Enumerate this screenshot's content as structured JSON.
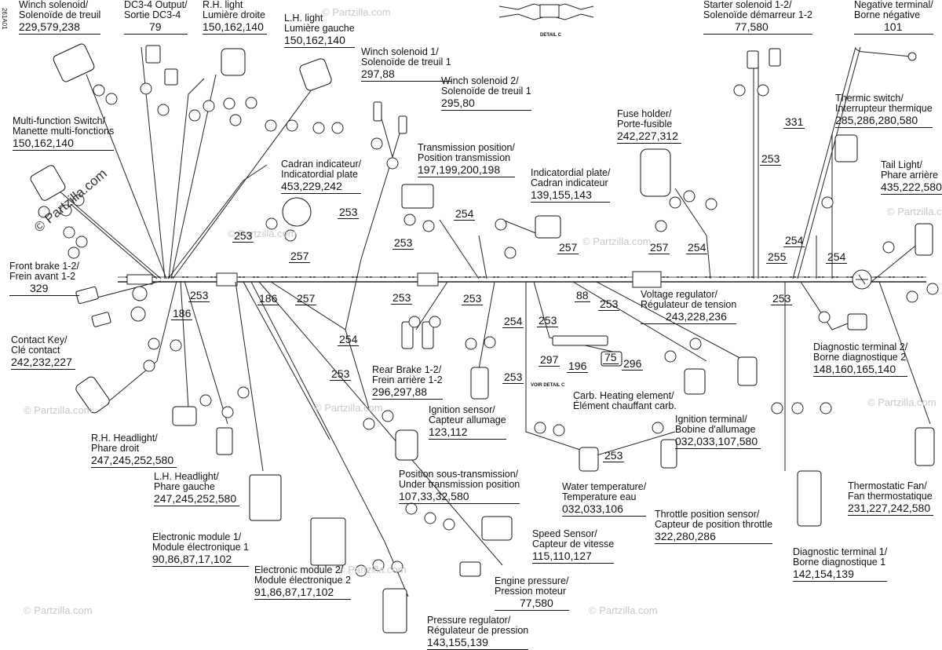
{
  "side_code": "261A01",
  "detail_labels": {
    "detail_c": "DETAIL C",
    "voir_detail_c": "VOIR DETAIL C"
  },
  "watermark": "© Partzilla.com",
  "components": [
    {
      "key": "winch_solenoid",
      "lines": [
        "Winch solenoid/",
        "Solenoïde de treuil"
      ],
      "num": "229,579,238"
    },
    {
      "key": "dc34_output",
      "lines": [
        "DC3-4 Output/",
        "Sortie DC3-4"
      ],
      "num": "79"
    },
    {
      "key": "rh_light",
      "lines": [
        "R.H. light",
        "Lumière droite"
      ],
      "num": "150,162,140"
    },
    {
      "key": "lh_light",
      "lines": [
        "L.H. light",
        "Lumière gauche"
      ],
      "num": "150,162,140"
    },
    {
      "key": "winch_solenoid_1",
      "lines": [
        "Winch solenoid 1/",
        "Solenoïde de treuil 1"
      ],
      "num": "297,88"
    },
    {
      "key": "winch_solenoid_2",
      "lines": [
        "Winch solenoid 2/",
        "Solenoïde de treuil 1"
      ],
      "num": "295,80"
    },
    {
      "key": "multi_function_switch",
      "lines": [
        "Multi-function Switch/",
        "Manette multi-fonctions"
      ],
      "num": "150,162,140"
    },
    {
      "key": "cadran_indicateur",
      "lines": [
        "Cadran indicateur/",
        "Indicatordial plate"
      ],
      "num": "453,229,242"
    },
    {
      "key": "transmission_position",
      "lines": [
        "Transmission position/",
        "Position transmission"
      ],
      "num": "197,199,200,198"
    },
    {
      "key": "indicatordial_plate",
      "lines": [
        "Indicatordial plate/",
        "Cadran indicateur"
      ],
      "num": "139,155,143"
    },
    {
      "key": "fuse_holder",
      "lines": [
        "Fuse holder/",
        "Porte-fusible"
      ],
      "num": "242,227,312"
    },
    {
      "key": "starter_solenoid",
      "lines": [
        "Starter solenoid 1-2/",
        "Solenoïde démarreur 1-2"
      ],
      "num": "77,580"
    },
    {
      "key": "negative_terminal",
      "lines": [
        "Negative terminal/",
        "Borne négative"
      ],
      "num": "101"
    },
    {
      "key": "thermic_switch",
      "lines": [
        "Thermic switch/",
        "Interrupteur thermique"
      ],
      "num": "285,286,280,580"
    },
    {
      "key": "tail_light",
      "lines": [
        "Tail Light/",
        "Phare arrière"
      ],
      "num": "435,222,580"
    },
    {
      "key": "front_brake",
      "lines": [
        "Front brake 1-2/",
        "Frein avant 1-2"
      ],
      "num": "329"
    },
    {
      "key": "voltage_regulator",
      "lines": [
        "Voltage regulator/",
        "Régulateur de tension"
      ],
      "num": "243,228,236"
    },
    {
      "key": "diagnostic_terminal_2",
      "lines": [
        "Diagnostic terminal 2/",
        "Borne diagnostique 2"
      ],
      "num": "148,160,165,140"
    },
    {
      "key": "contact_key",
      "lines": [
        "Contact Key/",
        "Clé contact"
      ],
      "num": "242,232,227"
    },
    {
      "key": "rear_brake",
      "lines": [
        "Rear Brake 1-2/",
        "Frein arrière 1-2"
      ],
      "num": "296,297,88"
    },
    {
      "key": "ignition_sensor",
      "lines": [
        "Ignition sensor/",
        "Capteur allumage"
      ],
      "num": "123,112"
    },
    {
      "key": "carb_heating",
      "lines": [
        "Carb. Heating element/",
        "Élément chauffant carb."
      ],
      "num": ""
    },
    {
      "key": "ignition_terminal",
      "lines": [
        "Ignition terminal/",
        "Bobine d'allumage"
      ],
      "num": "032,033,107,580"
    },
    {
      "key": "rh_headlight",
      "lines": [
        "R.H. Headlight/",
        "Phare droit"
      ],
      "num": "247,245,252,580"
    },
    {
      "key": "lh_headlight",
      "lines": [
        "L.H. Headlight/",
        "Phare gauche"
      ],
      "num": "247,245,252,580"
    },
    {
      "key": "position_sous_transmission",
      "lines": [
        "Position sous-transmission/",
        "Under transmission position"
      ],
      "num": "107,33,32,580"
    },
    {
      "key": "water_temperature",
      "lines": [
        "Water temperature/",
        "Temperature eau"
      ],
      "num": "032,033,106"
    },
    {
      "key": "throttle_position",
      "lines": [
        "Throttle position sensor/",
        "Capteur de position throttle"
      ],
      "num": "322,280,286"
    },
    {
      "key": "thermostatic_fan",
      "lines": [
        "Thermostatic Fan/",
        "Fan thermostatique"
      ],
      "num": "231,227,242,580"
    },
    {
      "key": "electronic_module_1",
      "lines": [
        "Electronic module 1/",
        "Module électronique 1"
      ],
      "num": "90,86,87,17,102"
    },
    {
      "key": "speed_sensor",
      "lines": [
        "Speed Sensor/",
        "Capteur de vitesse"
      ],
      "num": "115,110,127"
    },
    {
      "key": "electronic_module_2",
      "lines": [
        "Electronic module 2/",
        "Module électronique 2"
      ],
      "num": "91,86,87,17,102"
    },
    {
      "key": "engine_pressure",
      "lines": [
        "Engine pressure/",
        "Pression moteur"
      ],
      "num": "77,580"
    },
    {
      "key": "diagnostic_terminal_1",
      "lines": [
        "Diagnostic terminal 1/",
        "Borne diagnostique 1"
      ],
      "num": "142,154,139"
    },
    {
      "key": "pressure_regulator",
      "lines": [
        "Pressure regulator/",
        "Régulateur de pression"
      ],
      "num": "143,155,139"
    }
  ],
  "harness_refs": {
    "r331": "331",
    "r253_a": "253",
    "r253_b": "253",
    "r253_c": "253",
    "r253_d": "253",
    "r253_e": "253",
    "r253_f": "253",
    "r253_g": "253",
    "r253_h": "253",
    "r253_i": "253",
    "r253_j": "253",
    "r253_k": "253",
    "r253_l": "253",
    "r254_a": "254",
    "r254_b": "254",
    "r254_c": "254",
    "r254_d": "254",
    "r254_e": "254",
    "r254_f": "254",
    "r257_a": "257",
    "r257_b": "257",
    "r257_c": "257",
    "r257_d": "257",
    "r255": "255",
    "r186_a": "186",
    "r186_b": "186",
    "r88": "88",
    "r297": "297",
    "r196": "196",
    "r75": "75",
    "r296": "296"
  }
}
